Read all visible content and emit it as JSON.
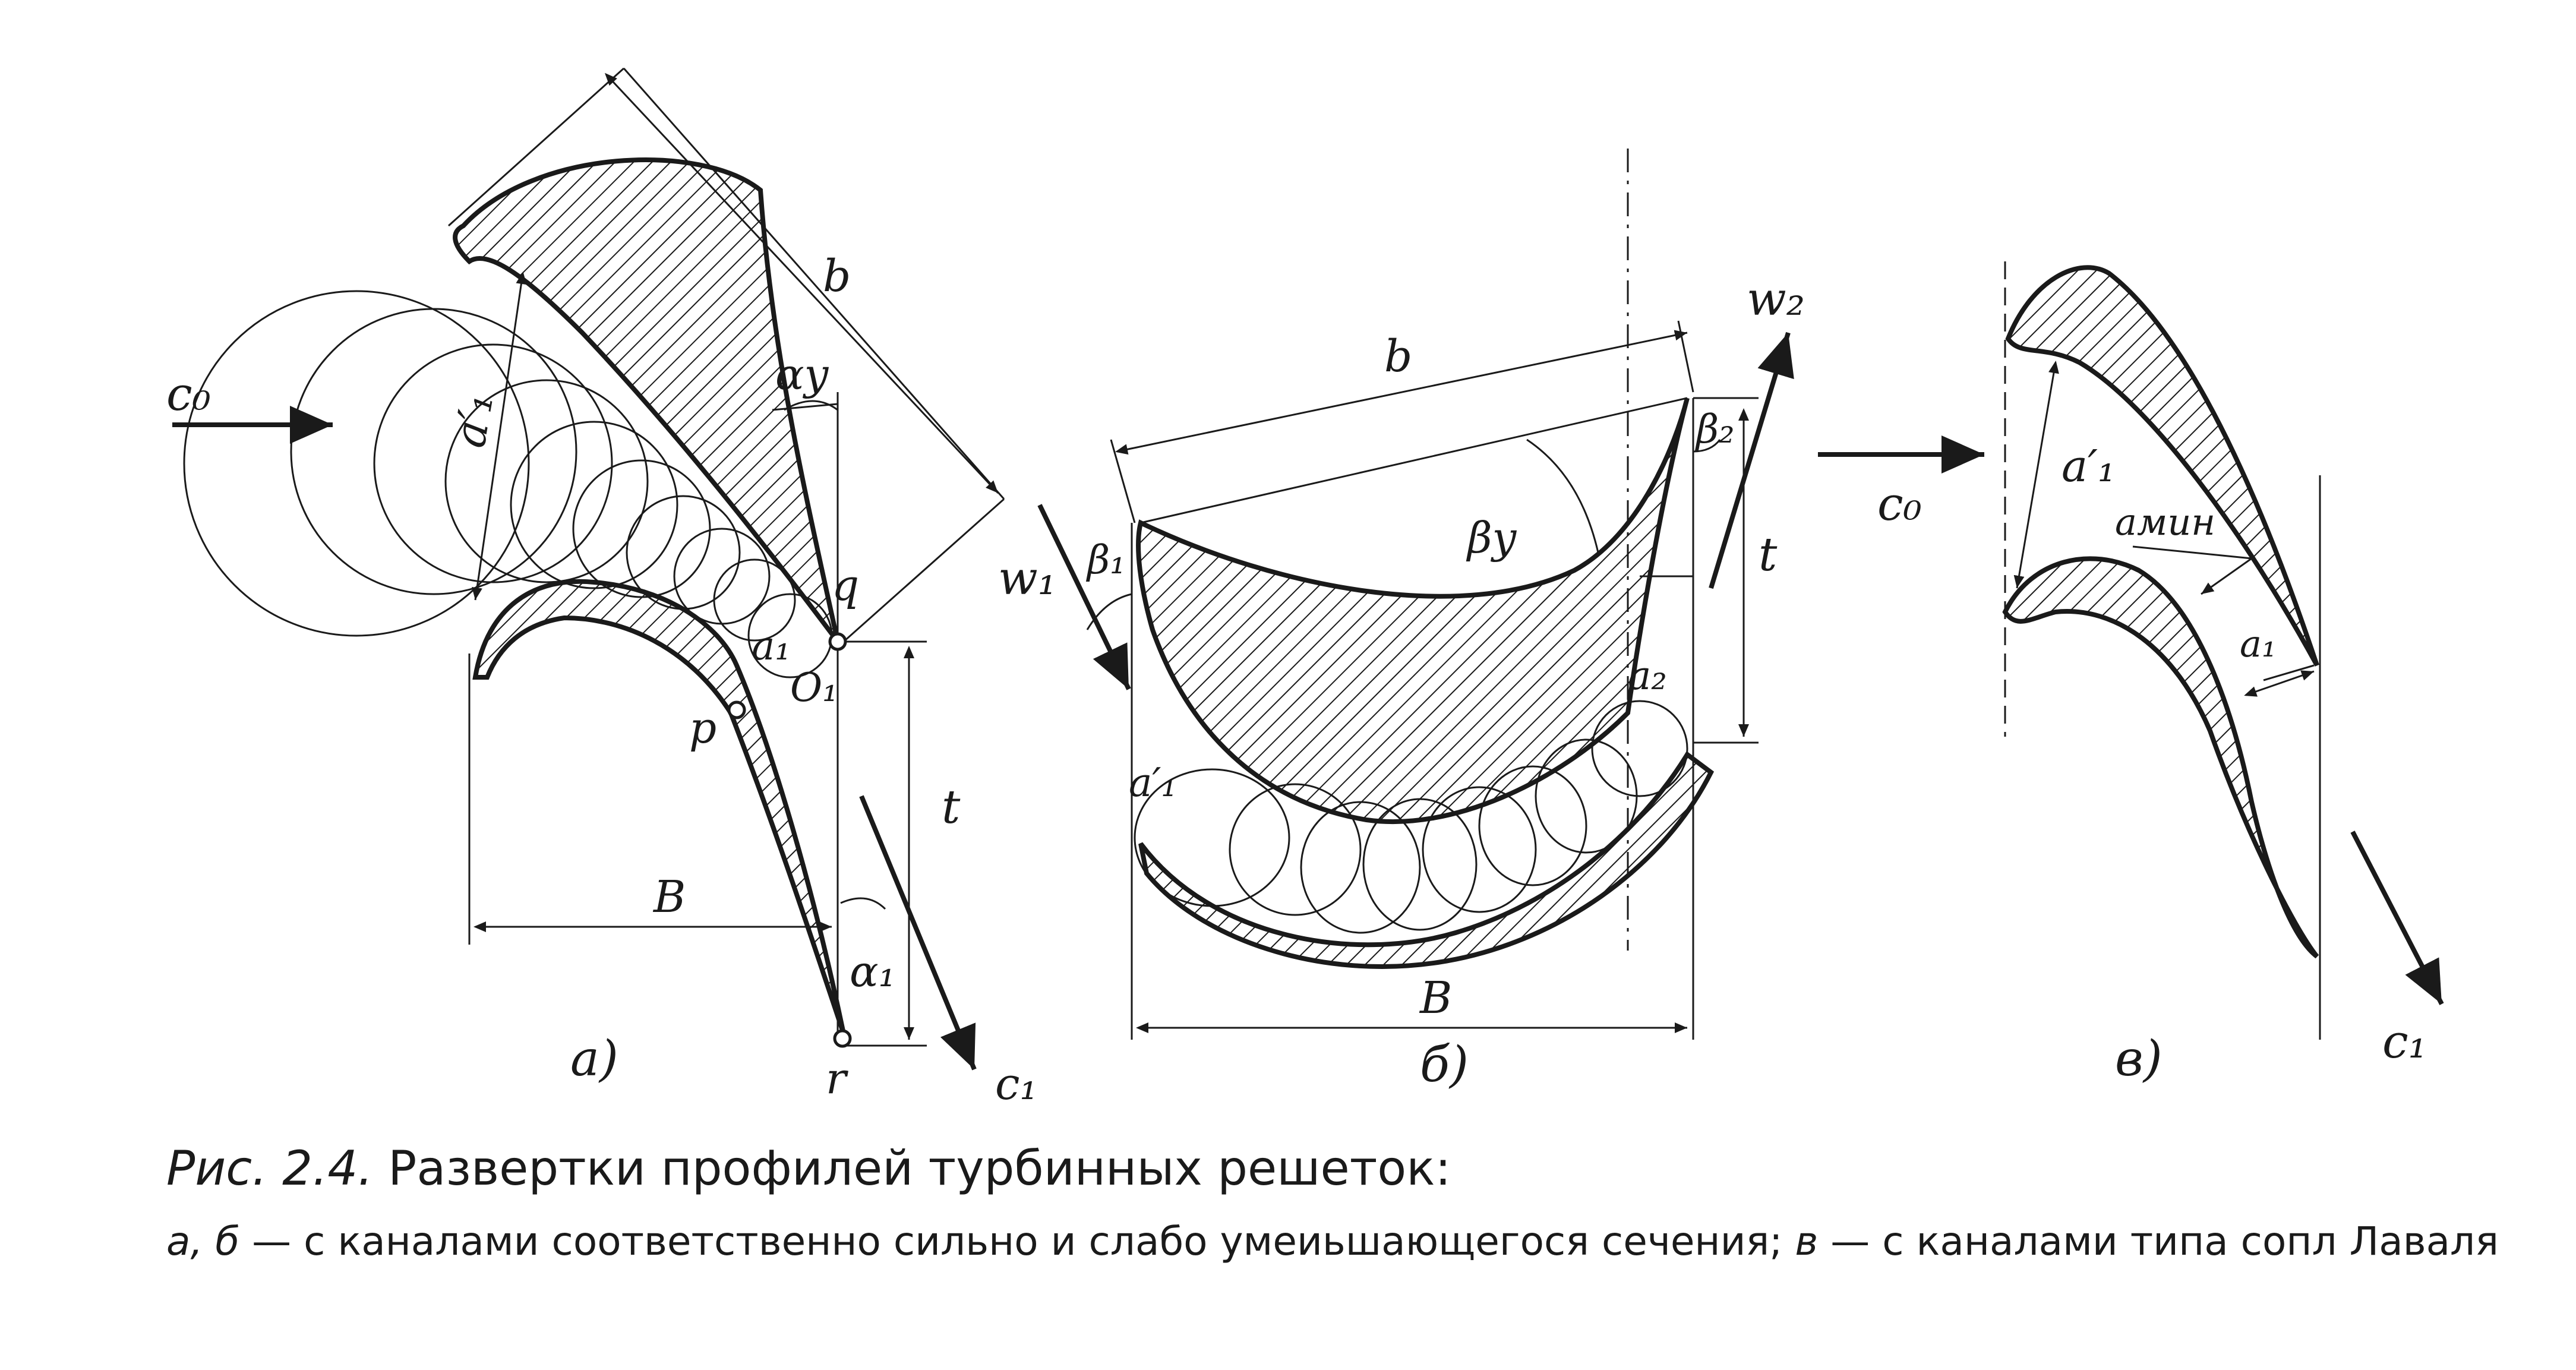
{
  "figure": {
    "panel_a": {
      "tag": "а)",
      "labels": {
        "c0": "c₀",
        "a1_prime": "a′₁",
        "alpha_y": "αy",
        "b": "b",
        "q": "q",
        "a1": "a₁",
        "o1": "O₁",
        "p": "p",
        "t": "t",
        "B": "B",
        "alpha1": "α₁",
        "r": "r",
        "c1": "c₁"
      }
    },
    "panel_b": {
      "tag": "б)",
      "labels": {
        "b": "b",
        "w1": "w₁",
        "beta1": "β₁",
        "beta_y": "βy",
        "beta2": "β₂",
        "w2": "w₂",
        "t": "t",
        "a2": "a₂",
        "a1_prime": "a′₁",
        "B": "B"
      }
    },
    "panel_c": {
      "tag": "в)",
      "labels": {
        "c0": "c₀",
        "a1_prime": "a′₁",
        "a_min": "aмин",
        "a1": "a₁",
        "c1": "c₁"
      }
    }
  },
  "caption": {
    "fig_prefix": "Рис. 2.4.",
    "title": "Развертки профилей турбинных решеток:",
    "ab": "а, б",
    "part1": "— с каналами соответственно сильно и слабо умеиьшающегося сечения;",
    "v": "в",
    "part2": "— с каналами типа сопл Лаваля"
  }
}
